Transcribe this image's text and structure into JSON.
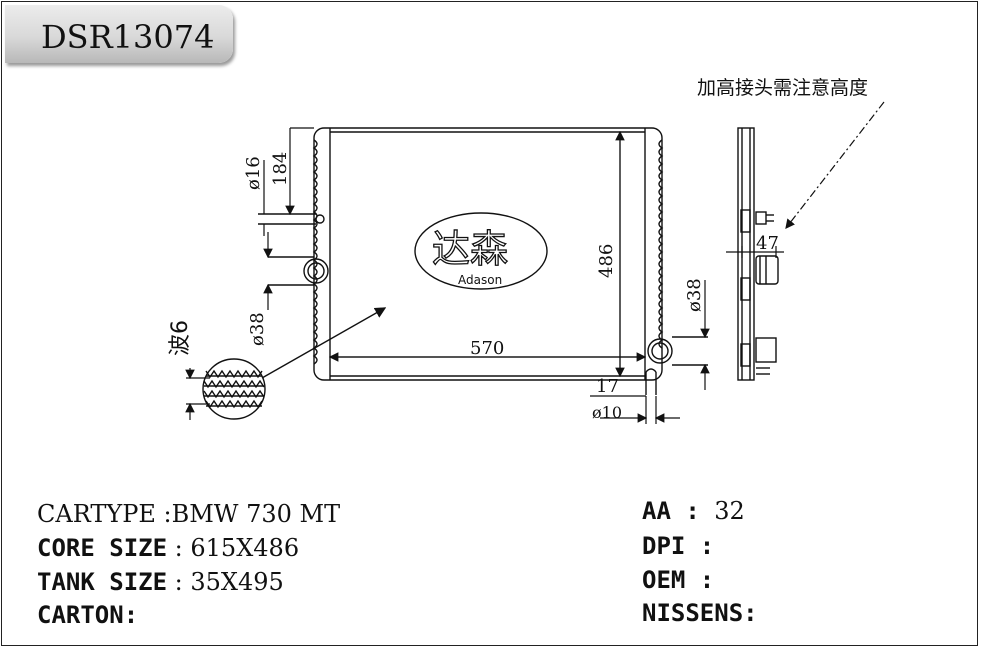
{
  "code": "DSR13074",
  "note": "加高接头需注意高度",
  "logo": {
    "chinese": "达森",
    "english": "Adason"
  },
  "dims": {
    "d16": "ø16",
    "h184": "184",
    "d38_left": "ø38",
    "wave": "波6",
    "w570": "570",
    "h486": "486",
    "d38_right": "ø38",
    "d17": "17",
    "d10": "ø10",
    "w47": "47"
  },
  "specs": {
    "cartype_label": "CARTYPE",
    "cartype_sep": " :",
    "cartype_value": "BMW 730 MT",
    "core_label": "CORE SIZE",
    "core_sep": " : ",
    "core_value": "615X486",
    "tank_label": "TANK SIZE",
    "tank_sep": " : ",
    "tank_value": "35X495",
    "carton_label": "CARTON:",
    "aa_label": "AA",
    "aa_sep": " : ",
    "aa_value": "32",
    "dpi_label": "DPI :",
    "oem_label": "OEM :",
    "nissens_label": "NISSENS:"
  }
}
